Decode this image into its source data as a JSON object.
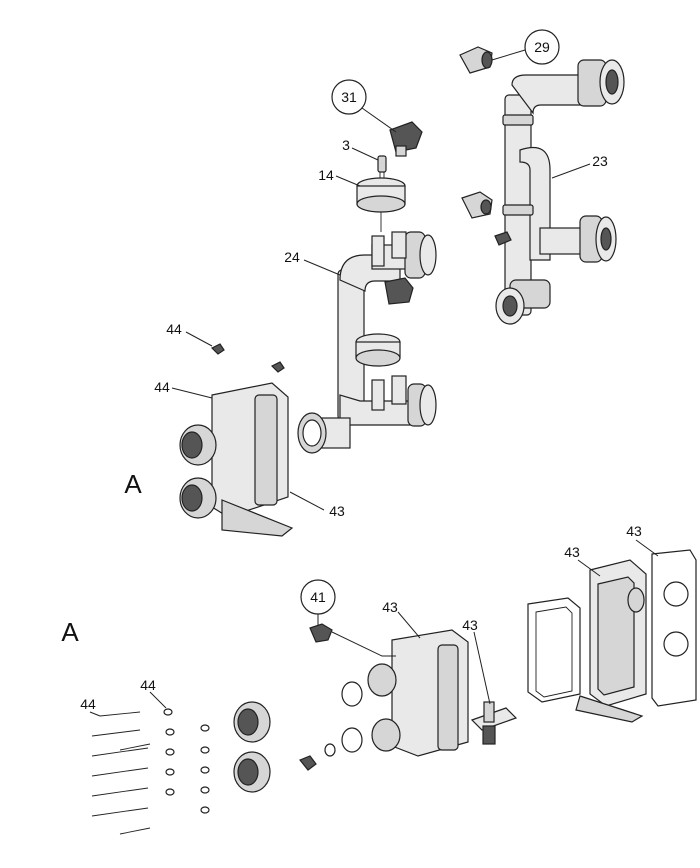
{
  "callouts": {
    "c29": "29",
    "c31": "31",
    "c3": "3",
    "c14": "14",
    "c23": "23",
    "c24": "24",
    "c44a": "44",
    "c44b": "44",
    "c43a": "43",
    "c41": "41",
    "c43b": "43",
    "c43c": "43",
    "c43d": "43",
    "c43e": "43",
    "c44c": "44",
    "c44d": "44"
  },
  "section_labels": {
    "upper": "A",
    "lower": "A"
  }
}
